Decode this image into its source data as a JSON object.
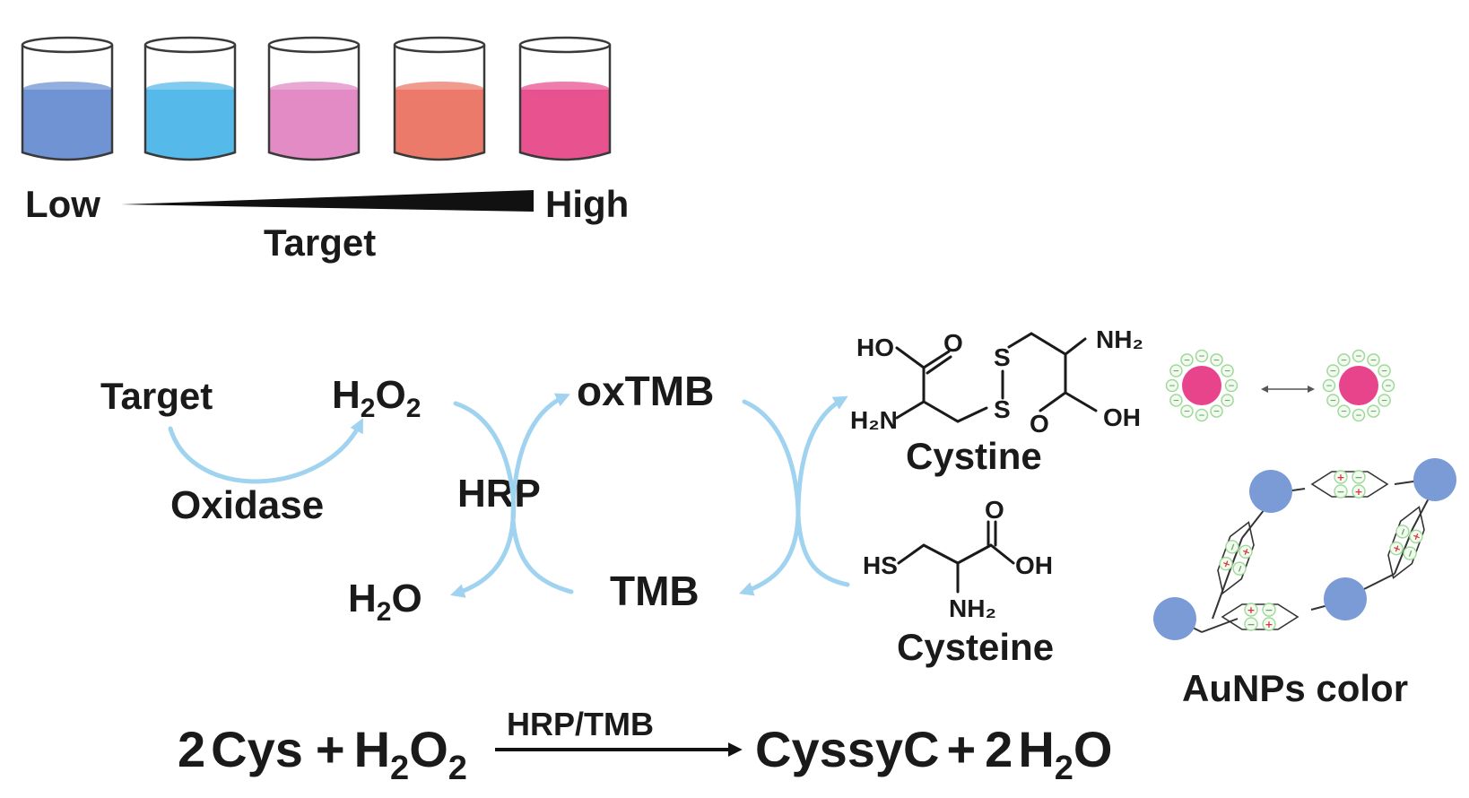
{
  "colors": {
    "beaker_liquids": [
      "#6f93d3",
      "#55b9ea",
      "#e28bc4",
      "#ec7a6a",
      "#e8528f"
    ],
    "arrow_blue": "#9fd3f0",
    "aunp_pink": "#e8448c",
    "aunp_blue": "#7a9bd6",
    "shell_green": "#9fd99a",
    "plus_red": "#d8353a"
  },
  "gradient": {
    "low": "Low",
    "high": "High",
    "axis": "Target"
  },
  "cycle": {
    "target": "Target",
    "oxidase": "Oxidase",
    "h2o2": {
      "main": "H",
      "sub": "2",
      "main2": "O",
      "sub2": "2"
    },
    "h2o": {
      "main": "H",
      "sub": "2",
      "main2": "O"
    },
    "hrp": "HRP",
    "oxtmb": "oxTMB",
    "tmb": "TMB"
  },
  "cystine": {
    "name": "Cystine",
    "atoms": {
      "ho": "HO",
      "o_top": "O",
      "h2n": "H₂N",
      "s1": "S",
      "s2": "S",
      "nh2": "NH₂",
      "o_bot": "O",
      "oh": "OH"
    }
  },
  "cysteine": {
    "name": "Cysteine",
    "atoms": {
      "hs": "HS",
      "o": "O",
      "oh": "OH",
      "nh2": "NH₂"
    }
  },
  "aunps": {
    "caption": "AuNPs color",
    "shell_signs": "−",
    "plus": "+",
    "minus": "−"
  },
  "equation": {
    "coef1": "2",
    "cys": "Cys",
    "plus1": "+",
    "h": "H",
    "sub2a": "2",
    "o": "O",
    "sub2b": "2",
    "catalyst": "HRP/TMB",
    "product": "CyssyC",
    "plus2": "+",
    "coef2": "2",
    "h2": "H",
    "sub2c": "2",
    "o2": "O"
  }
}
